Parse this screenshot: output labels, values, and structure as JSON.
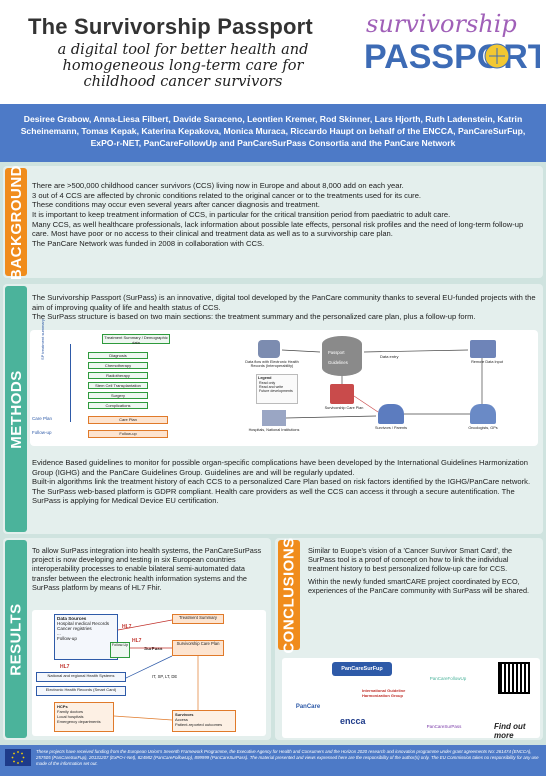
{
  "header": {
    "title": "The Survivorship Passport",
    "subtitle": "a digital tool for better health and homogeneous long-term care for childhood cancer survivors",
    "logo_top": "survivorship",
    "logo_bottom": "PASSPORT"
  },
  "authors": "Desiree Grabow, Anna-Liesa Filbert, Davide Saraceno, Leontien Kremer, Rod Skinner, Lars Hjorth, Ruth Ladenstein, Katrin Scheinemann, Tomas Kepak, Katerina Kepakova, Monica Muraca, Riccardo Haupt on behalf of the ENCCA, PanCareSurFup, ExPO-r-NET, PanCareFollowUp and PanCareSurPass Consortia and the PanCare Network",
  "background": {
    "tab": "BACKGROUND",
    "paragraphs": [
      "There are >500,000 childhood cancer survivors (CCS) living now in Europe and about 8,000 add on each year.",
      "3 out of 4 CCS are affected by chronic conditions related to the original cancer or to the treatments used for its cure.",
      "These conditions may occur even several years after cancer diagnosis and treatment.",
      "It is important to keep treatment information of CCS, in particular for the critical transition period from paediatric to adult care.",
      "Many CCS, as well healthcare professionals, lack information about possible late effects, personal risk profiles and the need of long-term follow-up care. Most have poor or no access to their clinical and treatment data as well as to a survivorship care plan.",
      "The PanCare Network was funded in 2008 in collaboration with CCS."
    ]
  },
  "methods": {
    "tab": "METHODS",
    "intro": [
      "The Survivorship Passport (SurPass) is an innovative, digital tool developed by the PanCare community thanks to several EU-funded projects with the aim of improving quality of life and health status of CCS.",
      "The SurPass structure is based on two main sections: the treatment summary and the personalized care plan, plus a follow-up form."
    ],
    "body": [
      "Evidence Based guidelines to monitor for possible organ-specific complications have been developed by the International Guidelines Harmonization Group (IGHG) and the PanCare Guidelines Group. Guidelines are and will be regularly updated.",
      "Built-in algorithms link the treatment history of each CCS to a personalized Care Plan based on risk factors identified by the IGHG/PanCare network.",
      "The SurPass web-based platform is GDPR compliant. Health care providers as well the CCS can access it through a secure autentification. The SurPass is applying for Medical Device EU certification."
    ],
    "diagram_left": {
      "top_box": "Treatment Summary / Demographic data",
      "left_label": "SP treatment summary",
      "boxes": [
        "Diagnosis",
        "Chemotherapy",
        "Radiotherapy",
        "Stem Cell Transplantation",
        "Surgery",
        "Complications"
      ],
      "side_labels": [
        "Care Plan",
        "Follow-up"
      ],
      "bottom_boxes": [
        "Care Plan",
        "Follow-up"
      ]
    },
    "diagram_right": {
      "labels": [
        "Data flow with Electronic Health Records (Interoperability)",
        "Passport",
        "Guidelines",
        "Data entry",
        "Survivorship Care Plan",
        "Remote Data Input",
        "Legend",
        "Hospitals, National Institutions",
        "Survivors / Parents",
        "Oncologists, GPs"
      ],
      "legend": [
        "Read only",
        "Read and write",
        "Future developments"
      ]
    }
  },
  "results": {
    "tab": "RESULTS",
    "paragraphs": [
      "To allow SurPass integration into health systems, the PanCareSurPass project is now developing and testing in six European countries interoperability processes to enable bilateral semi-automated data transfer between the electronic health information systems and the SurPass platform by means of HL7 Fhir."
    ],
    "diagram": {
      "data_sources_title": "Data Sources",
      "data_sources": [
        "Hospital medical Records",
        "Cancer registries",
        "...",
        "Follow-up"
      ],
      "hl7_labels": [
        "HL7",
        "HL7",
        "HL7"
      ],
      "followup": "Follow-Up",
      "treatment_summary": "Treatment Summary",
      "surpass": "SurPass",
      "care_plan": "Survivorship Care Plan",
      "national_records": "National and regional Health Systems",
      "ehr": "Electronic Health Records (Smart Card)",
      "countries": "IT, SP, LT, DE",
      "hcps_title": "HCPs",
      "hcps": [
        "Family doctors",
        "Local hospitals",
        "Emergency departments"
      ],
      "survivors_title": "Survivors",
      "survivors": [
        "Access",
        "Patient-reported outcomes"
      ]
    }
  },
  "conclusions": {
    "tab": "CONCLUSIONS",
    "paragraphs": [
      "Similar to Euope's vision of a 'Cancer Survivor Smart Card', the SurPass tool is a proof of concept on how to link the individual treatment history to best personalized follow-up care for CCS.",
      "Within the newly funded smartCARE project coordinated by ECO, experiences of the PanCare community with SurPass will be shared."
    ],
    "logos": [
      "PanCareSurFup",
      "PanCareFollowUp",
      "PanCare",
      "International Guideline Harmonization Group",
      "encca",
      "PanCareSurPass"
    ],
    "find_out_more": "Find out more"
  },
  "footer": "These projects have received funding from the European Union's Seventh Framework Programme, the Executive Agency for Health and Consumers and the Horizon 2020 research and innovation programme under grant agreements No: 261474 (ENCCA), 257505 (PanCareSurFup), 20131207 (ExPO-r-Net), 824982 (PanCareFollowUp), 899999 (PanCareSurPass). The material presented and views expressed here are the responsibility of the author(s) only. The EU Commission takes no responsibility for any use made of the information set out.",
  "colors": {
    "band_blue": "#4d7ac7",
    "tab_orange": "#f08c1c",
    "tab_green": "#4bb39b",
    "bg_mint": "#cfe3df",
    "logo_purple": "#a060b8",
    "logo_blue": "#3d6bb5"
  }
}
